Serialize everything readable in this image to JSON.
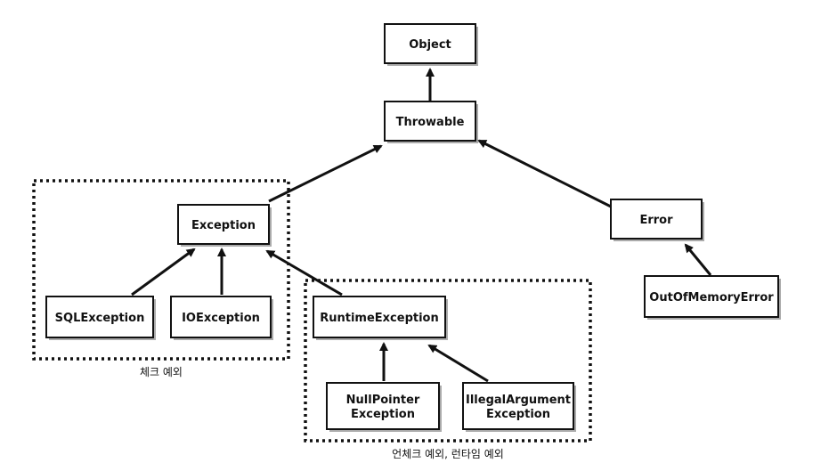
{
  "diagram": {
    "nodes": [
      {
        "id": "object",
        "label": [
          "Object"
        ]
      },
      {
        "id": "throwable",
        "label": [
          "Throwable"
        ]
      },
      {
        "id": "exception",
        "label": [
          "Exception"
        ]
      },
      {
        "id": "error",
        "label": [
          "Error"
        ]
      },
      {
        "id": "sqlexception",
        "label": [
          "SQLException"
        ]
      },
      {
        "id": "ioexception",
        "label": [
          "IOException"
        ]
      },
      {
        "id": "runtimeexception",
        "label": [
          "RuntimeException"
        ]
      },
      {
        "id": "outofmemoryerror",
        "label": [
          "OutOfMemoryError"
        ]
      },
      {
        "id": "nullpointerexception",
        "label": [
          "NullPointer",
          "Exception"
        ]
      },
      {
        "id": "illegalargumentexception",
        "label": [
          "IllegalArgument",
          "Exception"
        ]
      }
    ],
    "edges": [
      {
        "from": "throwable",
        "to": "object"
      },
      {
        "from": "exception",
        "to": "throwable"
      },
      {
        "from": "error",
        "to": "throwable"
      },
      {
        "from": "sqlexception",
        "to": "exception"
      },
      {
        "from": "ioexception",
        "to": "exception"
      },
      {
        "from": "runtimeexception",
        "to": "exception"
      },
      {
        "from": "outofmemoryerror",
        "to": "error"
      },
      {
        "from": "nullpointerexception",
        "to": "runtimeexception"
      },
      {
        "from": "illegalargumentexception",
        "to": "runtimeexception"
      }
    ],
    "groups": [
      {
        "id": "checked",
        "label": "체크 예외"
      },
      {
        "id": "unchecked",
        "label": "언체크 예외, 런타임 예외"
      }
    ]
  }
}
